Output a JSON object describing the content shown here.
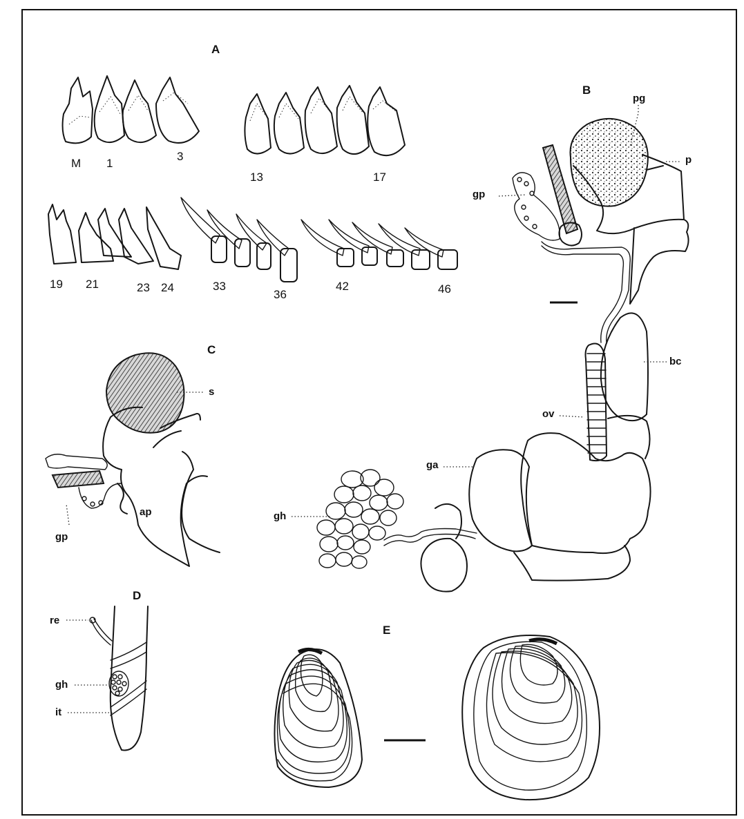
{
  "panels": {
    "A": {
      "letter": "A",
      "tooth_labels": [
        "M",
        "1",
        "3",
        "13",
        "17",
        "19",
        "21",
        "23",
        "24",
        "33",
        "36",
        "42",
        "46"
      ]
    },
    "B": {
      "letter": "B",
      "labels": {
        "pg": "pg",
        "p": "p",
        "gp": "gp",
        "bc": "bc",
        "ov": "ov",
        "ga": "ga",
        "gh": "gh"
      }
    },
    "C": {
      "letter": "C",
      "labels": {
        "s": "s",
        "gp": "gp",
        "ap": "ap"
      }
    },
    "D": {
      "letter": "D",
      "labels": {
        "re": "re",
        "gh": "gh",
        "it": "it"
      }
    },
    "E": {
      "letter": "E"
    }
  }
}
